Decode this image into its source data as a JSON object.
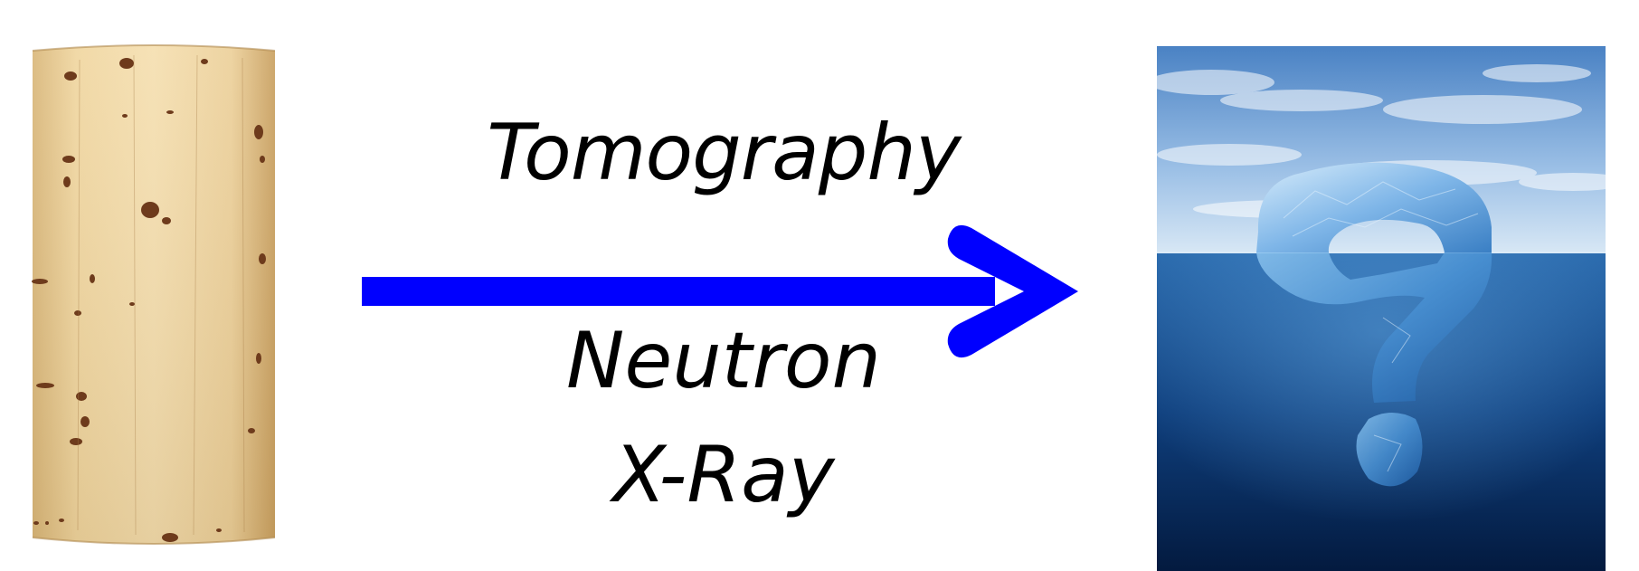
{
  "labels": {
    "top": "Tomography",
    "middle": "Neutron",
    "bottom": "X-Ray"
  },
  "colors": {
    "arrow": "#0000ff",
    "text": "#000000",
    "cork_base": "#e8c98c",
    "cork_light": "#f5deae",
    "cork_dark": "#c9a060",
    "cork_spots": "#6e3b1c",
    "sky_top": "#4f86c6",
    "sky_bottom": "#cfe1f2",
    "water_top": "#2f6fb0",
    "water_bottom": "#04204a",
    "ice": "#7fb6e8"
  },
  "icons": {
    "left_image": "wine-cork-image",
    "arrow": "right-arrow-icon",
    "right_image": "iceberg-question-mark-image"
  }
}
